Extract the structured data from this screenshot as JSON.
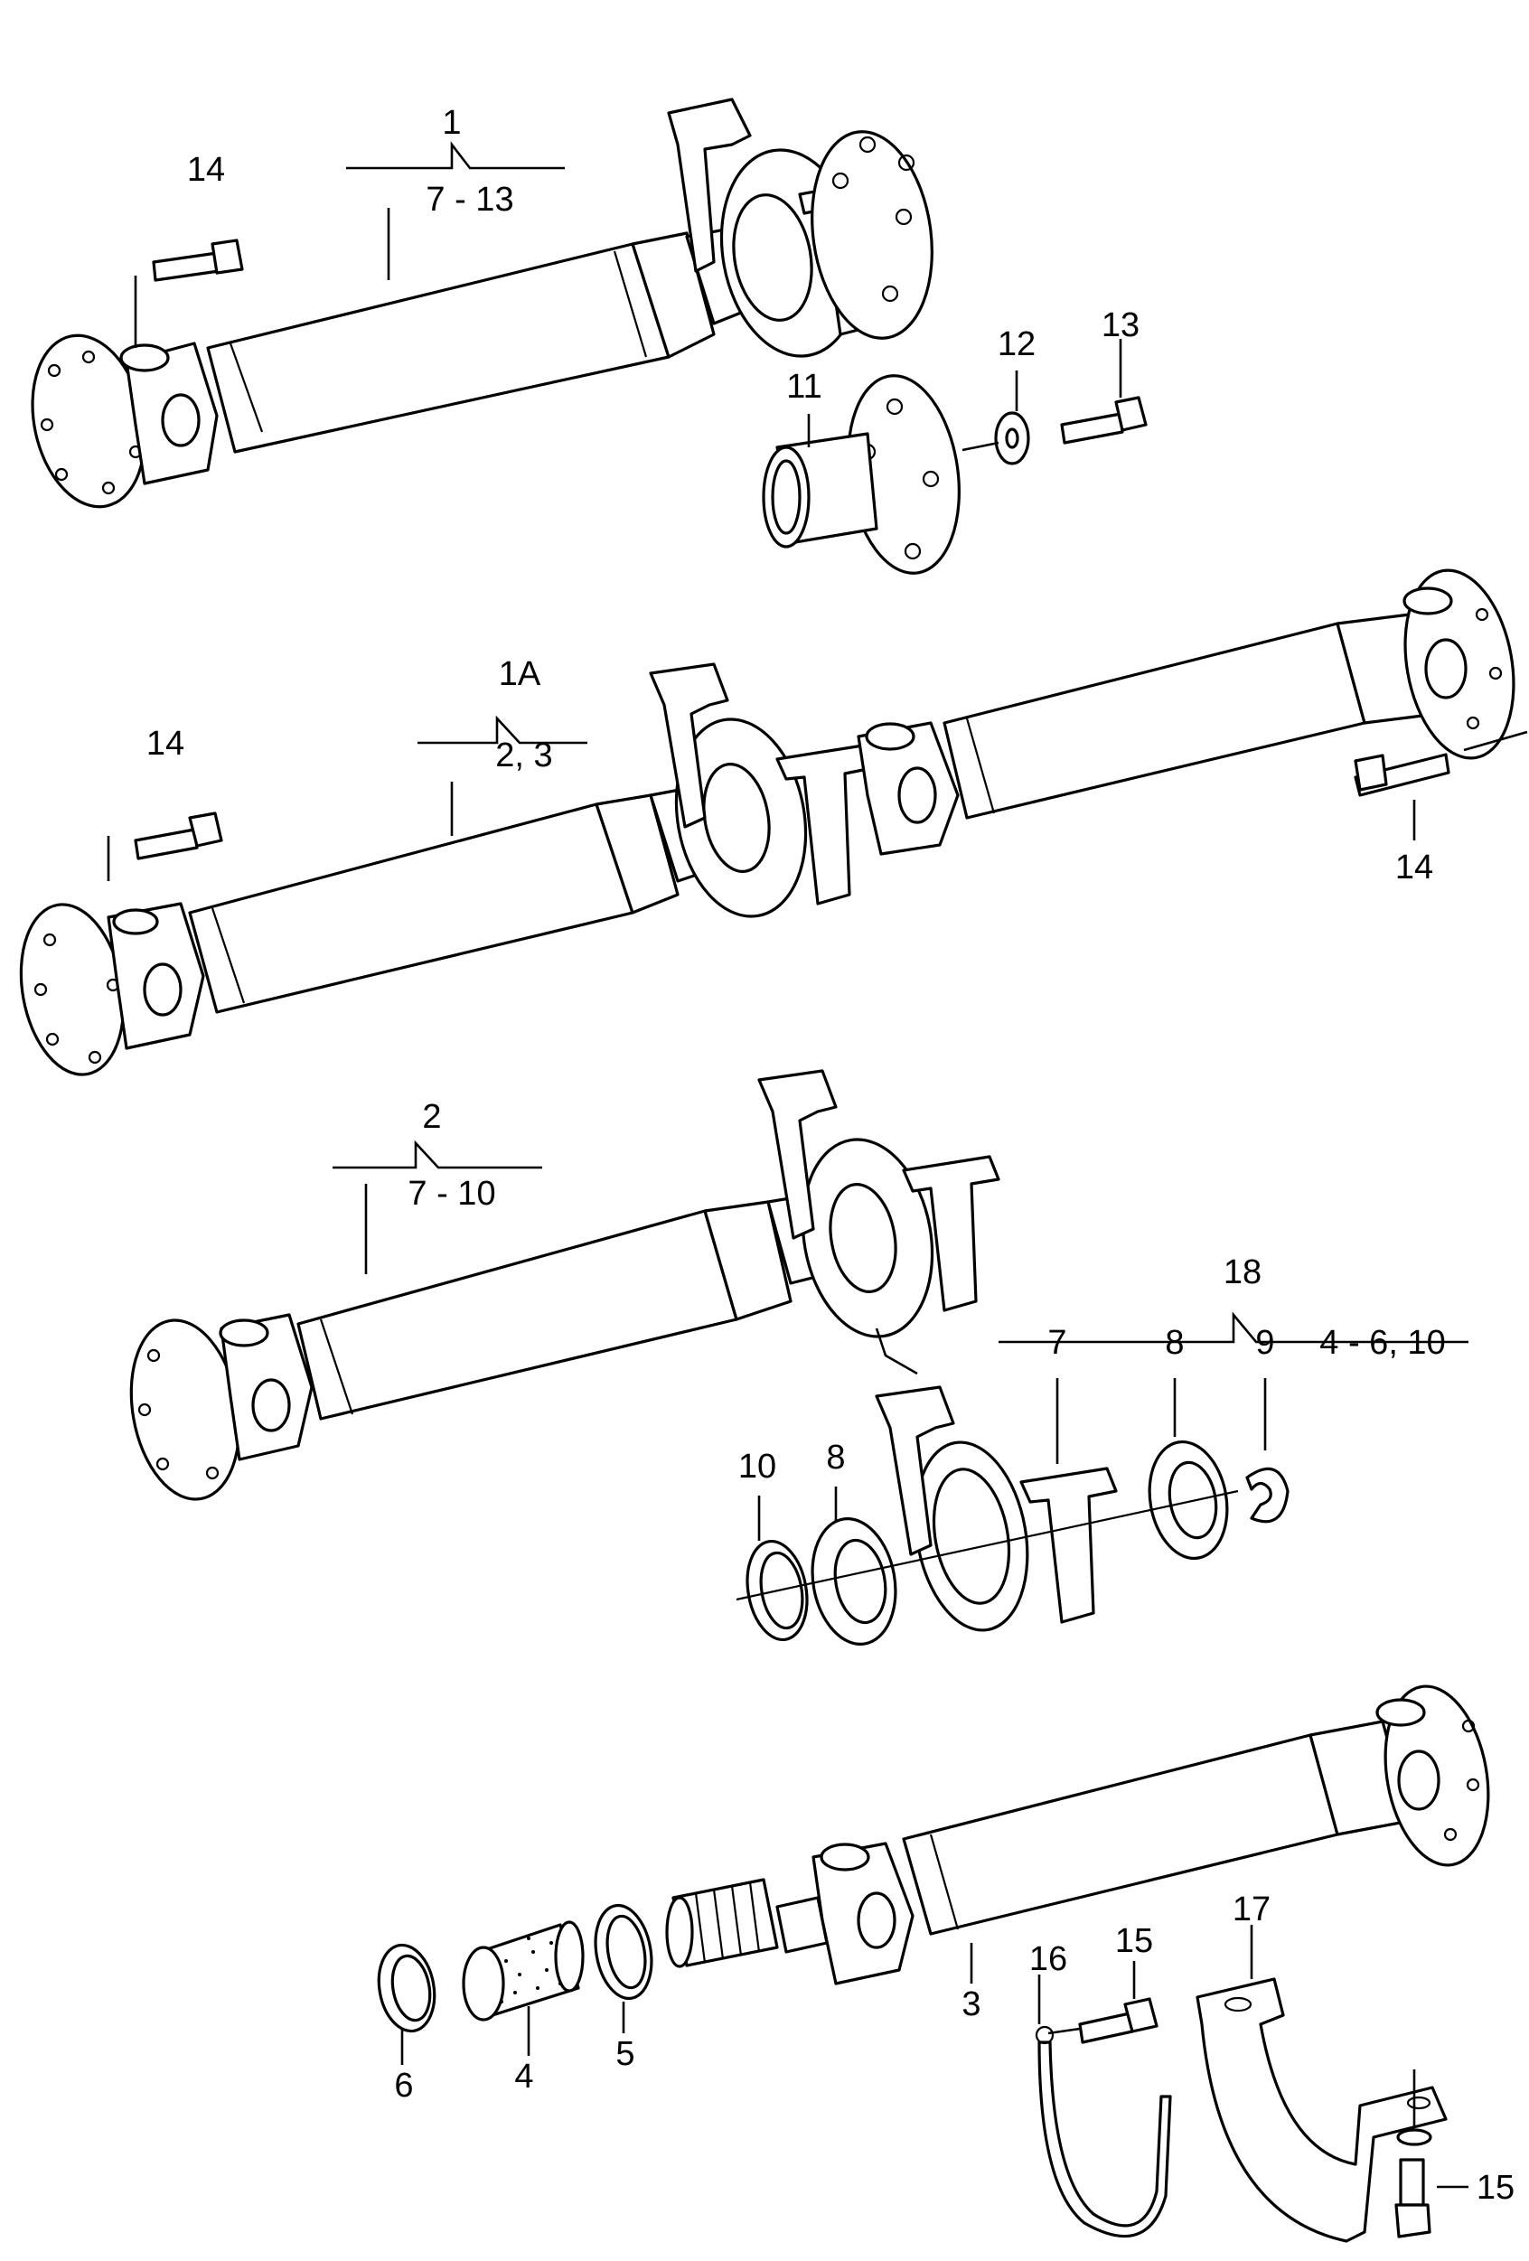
{
  "diagram": {
    "labels": {
      "l1": "1",
      "l1_range": "7 - 13",
      "l14a": "14",
      "l11": "11",
      "l12": "12",
      "l13": "13",
      "l1a": "1A",
      "l1a_range": "2,  3",
      "l14b": "14",
      "l14c": "14",
      "l2": "2",
      "l2_range": "7 - 10",
      "l18": "18",
      "l18_7": "7",
      "l18_8": "8",
      "l18_9": "9",
      "l18_range": "4 - 6, 10",
      "l10": "10",
      "l8b": "8",
      "l3": "3",
      "l4": "4",
      "l5": "5",
      "l6": "6",
      "l15a": "15",
      "l16": "16",
      "l17": "17",
      "l15b": "15"
    }
  }
}
